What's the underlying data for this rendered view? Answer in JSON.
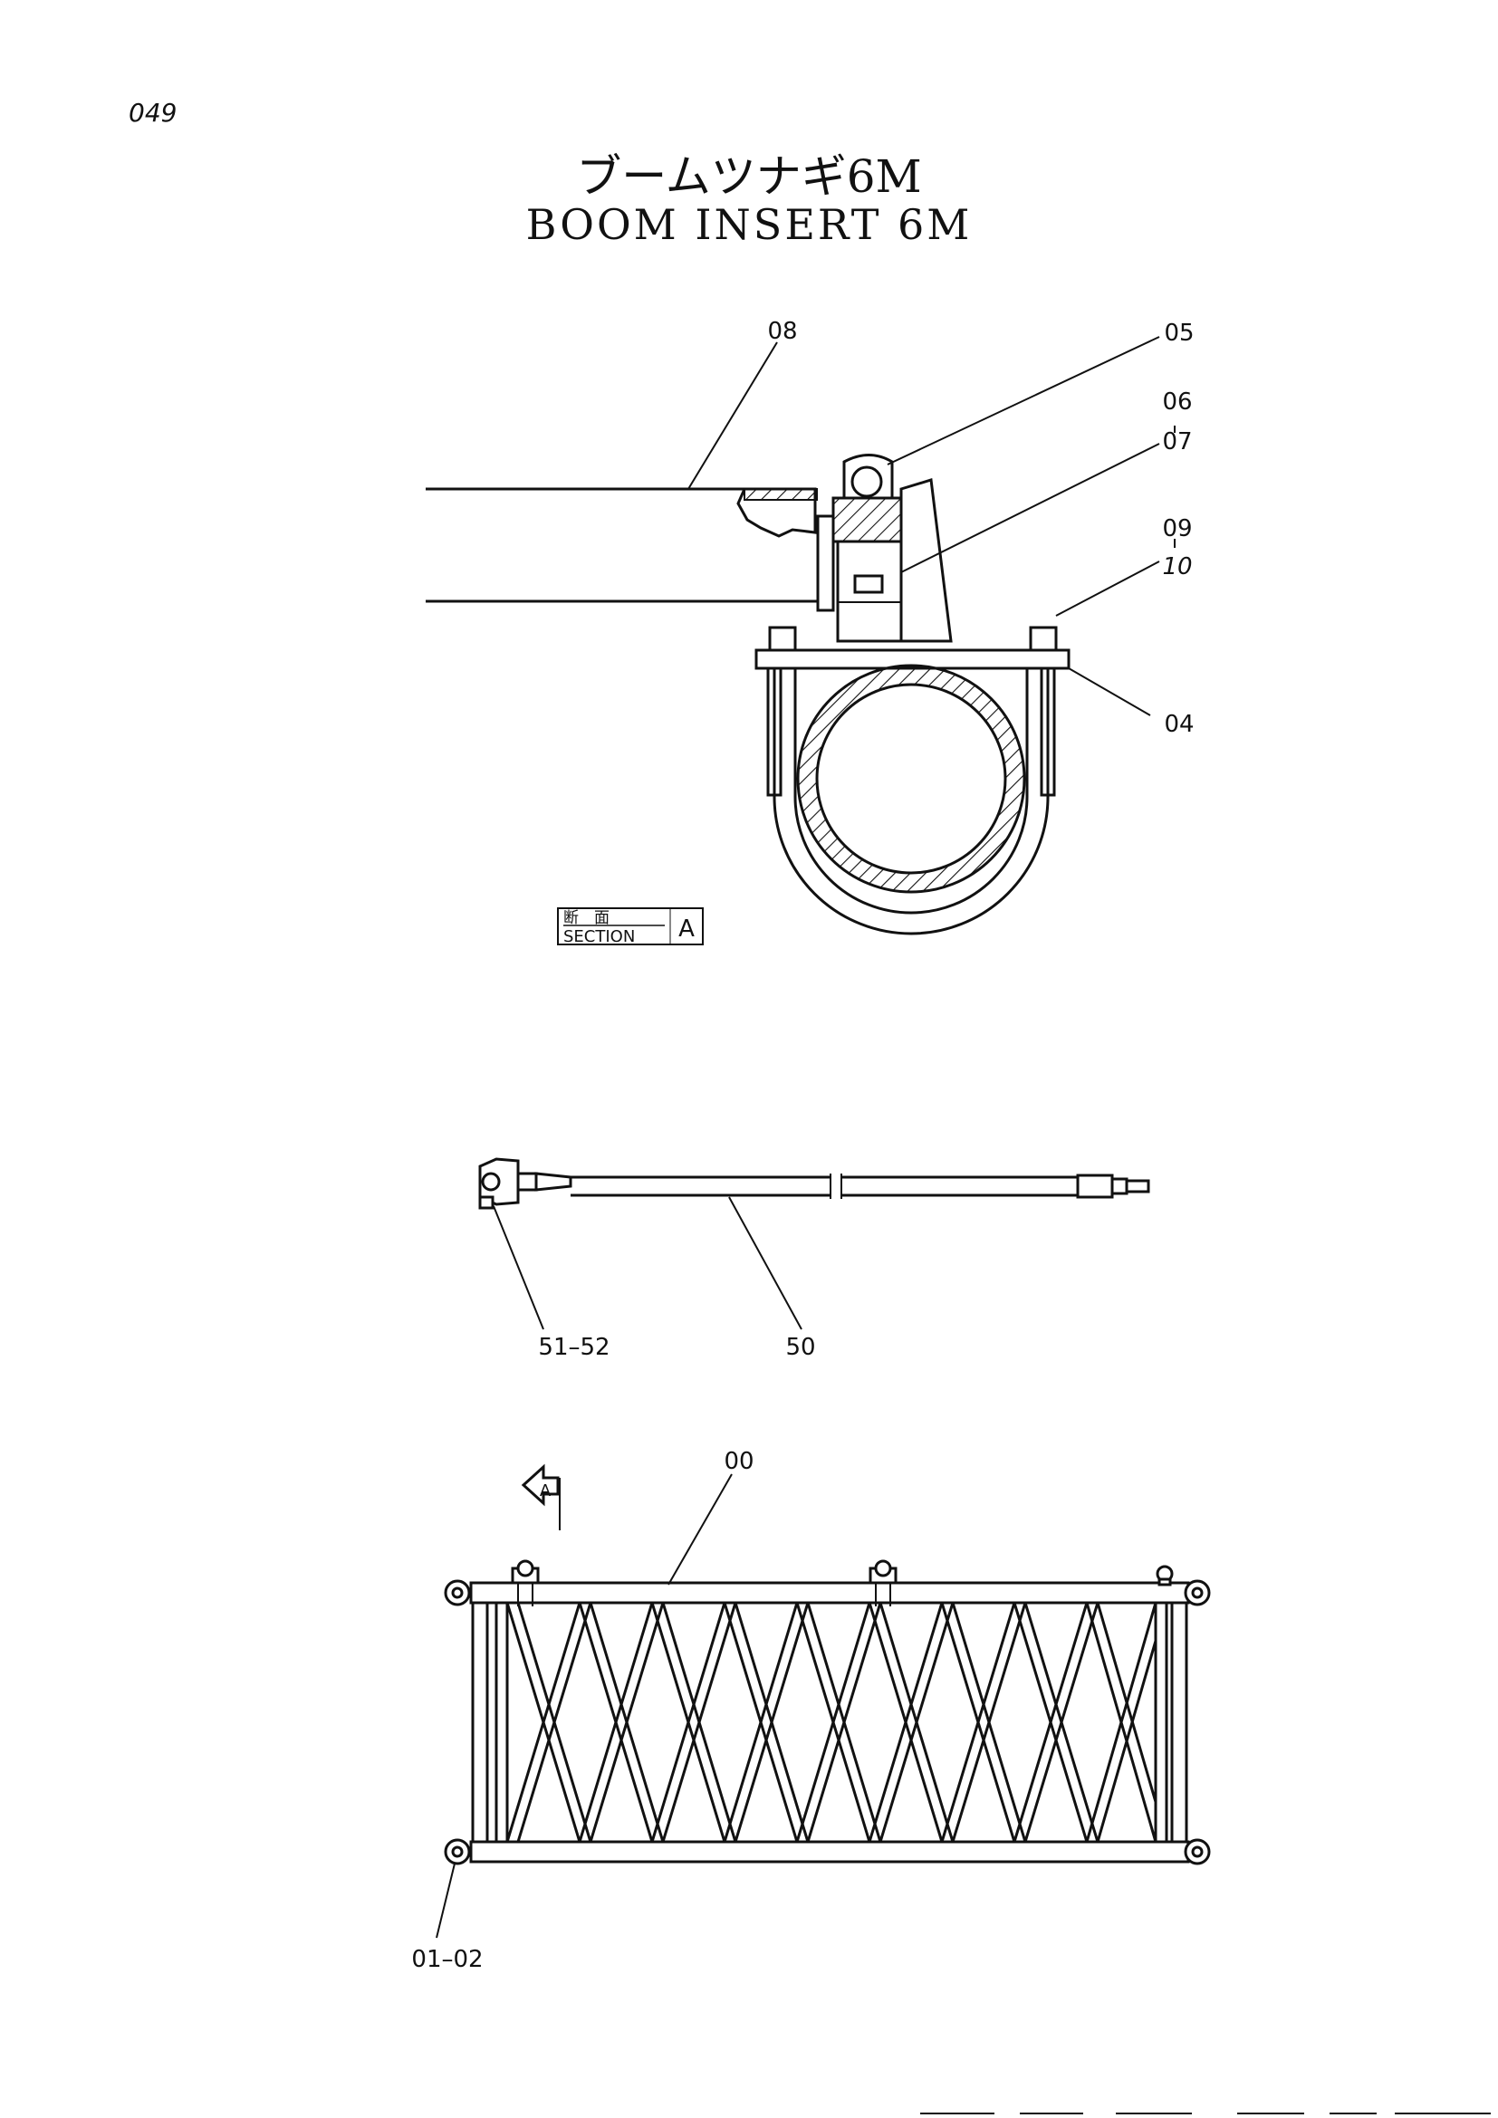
{
  "page_number": "049",
  "title_ja": "ブームツナギ6M",
  "title_en": "BOOM INSERT 6M",
  "section_box": {
    "label_ja": "断　面",
    "label_en": "SECTION",
    "letter": "A"
  },
  "view_arrow_letter": "A",
  "callouts": {
    "c08": "08",
    "c05": "05",
    "c06": "06",
    "c07": "07",
    "c09": "09",
    "c10": "10",
    "c04": "04",
    "c51_52": "51–52",
    "c50": "50",
    "c00": "00",
    "c01_02": "01–02"
  }
}
